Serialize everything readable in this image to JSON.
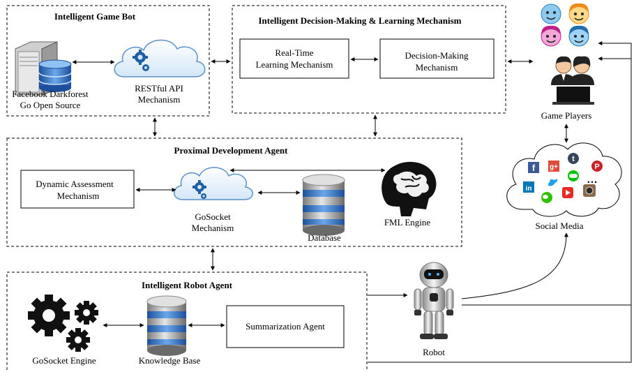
{
  "groups": {
    "game_bot": "Intelligent Game Bot",
    "decision_learning": "Intelligent Decision-Making & Learning Mechanism",
    "proximal_agent": "Proximal Development Agent",
    "robot_agent": "Intelligent Robot Agent"
  },
  "components": {
    "darkforest_line1": "Facebook Darkforest",
    "darkforest_line2": "Go Open Source",
    "restful_line1": "RESTful API",
    "restful_line2": "Mechanism",
    "realtime_line1": "Real-Time",
    "realtime_line2": "Learning Mechanism",
    "decision_line1": "Decision-Making",
    "decision_line2": "Mechanism",
    "dynamic_line1": "Dynamic Assessment",
    "dynamic_line2": "Mechanism",
    "gosocket_mech_line1": "GoSocket",
    "gosocket_mech_line2": "Mechanism",
    "database": "Database",
    "fml_engine": "FML Engine",
    "gosocket_engine": "GoSocket Engine",
    "knowledge_base": "Knowledge Base",
    "summarization": "Summarization Agent",
    "robot": "Robot",
    "game_players": "Game Players",
    "social_media": "Social Media"
  },
  "social_icons": [
    "facebook-icon",
    "googleplus-icon",
    "tumblr-icon",
    "pinterest-icon",
    "linkedin-icon",
    "twitter-icon",
    "line-icon",
    "wechat-icon",
    "youtube-icon",
    "instagram-icon"
  ],
  "colors": {
    "db_blue": "#2f6fc0",
    "cloud_stroke": "#5a8fc8",
    "cloud_fill": "#eaf3fc",
    "gear_blue": "#1f5fa8"
  }
}
